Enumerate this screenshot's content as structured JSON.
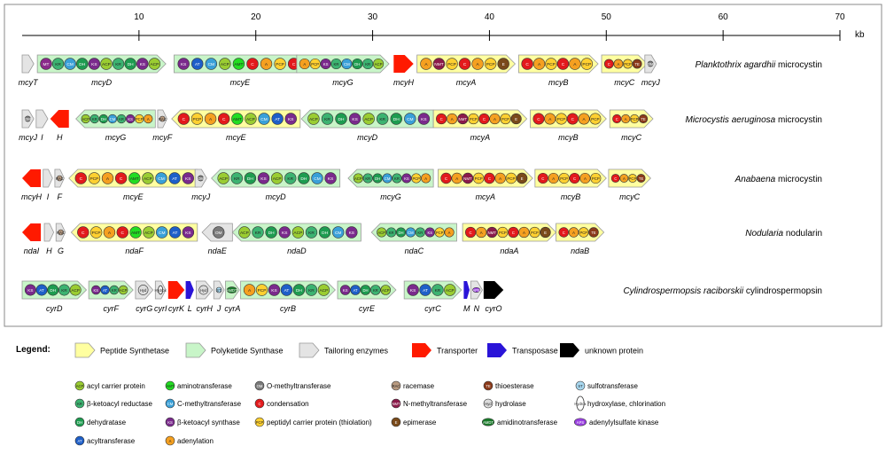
{
  "scale": {
    "ticks": [
      "10",
      "20",
      "30",
      "40",
      "50",
      "60",
      "70"
    ],
    "tick_kb": [
      10,
      20,
      30,
      40,
      50,
      60,
      70
    ],
    "unit": "kb"
  },
  "clusters": [
    {
      "id": "planktothrix",
      "title_italic": "Planktothrix agardhii",
      "title_rest": " microcystin",
      "genes": [
        {
          "name": "mcyT",
          "type": "tailor",
          "dir": "R",
          "start": 0.0,
          "end": 1.0,
          "domains": []
        },
        {
          "name": "mcyD",
          "type": "pks",
          "dir": "R",
          "start": 1.3,
          "end": 12.3,
          "domains": [
            "MT",
            "KR",
            "CM",
            "DH",
            "KS",
            "ACP",
            "KR",
            "DH",
            "KS",
            "ACP"
          ]
        },
        {
          "name": "mcyE",
          "type": "pks",
          "dir": "R",
          "start": 13.0,
          "end": 24.3,
          "domains": [
            "KS",
            "AT",
            "CM",
            "ACP",
            "AMT",
            "C",
            "A",
            "PCP",
            "C"
          ]
        },
        {
          "name": "mcyG",
          "type": "pks",
          "dir": "R",
          "start": 23.5,
          "end": 31.4,
          "domains": [
            "A",
            "PCP",
            "KS",
            "KR",
            "CM",
            "DH",
            "KR",
            "ACP"
          ]
        },
        {
          "name": "mcyH",
          "type": "transporter",
          "dir": "R",
          "start": 31.8,
          "end": 33.5,
          "domains": []
        },
        {
          "name": "mcyA",
          "type": "nrps",
          "dir": "R",
          "start": 33.8,
          "end": 42.2,
          "domains": [
            "A",
            "NMT",
            "PCP",
            "C",
            "A",
            "PCP",
            "E"
          ]
        },
        {
          "name": "mcyB",
          "type": "nrps",
          "dir": "R",
          "start": 42.5,
          "end": 49.3,
          "domains": [
            "C",
            "A",
            "PCP",
            "C",
            "A",
            "PCP"
          ]
        },
        {
          "name": "mcyC",
          "type": "nrps",
          "dir": "R",
          "start": 49.6,
          "end": 53.5,
          "domains": [
            "C",
            "A",
            "PCP",
            "TE"
          ]
        },
        {
          "name": "mcyJ",
          "type": "tailor",
          "dir": "R",
          "start": 53.3,
          "end": 54.3,
          "domains": [
            "OM"
          ]
        }
      ]
    },
    {
      "id": "microcystis",
      "title_italic": "Microcystis aeruginosa",
      "title_rest": " microcystin",
      "genes": [
        {
          "name": "mcyJ",
          "type": "tailor",
          "dir": "R",
          "start": 0.0,
          "end": 1.0,
          "domains": [
            "OM"
          ]
        },
        {
          "name": "I",
          "type": "tailor",
          "dir": "R",
          "start": 1.2,
          "end": 2.2,
          "domains": []
        },
        {
          "name": "H",
          "type": "transporter",
          "dir": "L",
          "start": 2.4,
          "end": 4.0,
          "domains": []
        },
        {
          "name": "mcyG",
          "type": "pks",
          "dir": "L",
          "start": 4.6,
          "end": 11.4,
          "domains": [
            "ACP",
            "KR",
            "DH",
            "CM",
            "KR",
            "KS",
            "PCP",
            "A"
          ]
        },
        {
          "name": "mcyF",
          "type": "tailor",
          "dir": "R",
          "start": 11.6,
          "end": 12.4,
          "domains": [
            "RAC"
          ]
        },
        {
          "name": "mcyE",
          "type": "nrps",
          "dir": "L",
          "start": 12.8,
          "end": 23.8,
          "domains": [
            "C",
            "PCP",
            "A",
            "C",
            "AMT",
            "ACP",
            "CM",
            "AT",
            "KS"
          ]
        },
        {
          "name": "mcyD",
          "type": "pks",
          "dir": "L",
          "start": 23.9,
          "end": 35.2,
          "domains": [
            "ACP",
            "KR",
            "DH",
            "KS",
            "ACP",
            "KR",
            "DH",
            "CM",
            "KS"
          ]
        },
        {
          "name": "mcyA",
          "type": "nrps",
          "dir": "R",
          "start": 35.2,
          "end": 43.2,
          "domains": [
            "C",
            "A",
            "NMT",
            "PCP",
            "C",
            "A",
            "PCP",
            "E"
          ]
        },
        {
          "name": "mcyB",
          "type": "nrps",
          "dir": "R",
          "start": 43.5,
          "end": 50.0,
          "domains": [
            "C",
            "A",
            "PCP",
            "C",
            "A",
            "PCP"
          ]
        },
        {
          "name": "mcyC",
          "type": "nrps",
          "dir": "R",
          "start": 50.3,
          "end": 54.0,
          "domains": [
            "C",
            "A",
            "PCP",
            "TE"
          ]
        }
      ]
    },
    {
      "id": "anabaena",
      "title_italic": "Anabaena",
      "title_rest": " microcystin",
      "genes": [
        {
          "name": "mcyH",
          "type": "transporter",
          "dir": "L",
          "start": 0.0,
          "end": 1.6,
          "domains": []
        },
        {
          "name": "I",
          "type": "tailor",
          "dir": "R",
          "start": 1.8,
          "end": 2.6,
          "domains": []
        },
        {
          "name": "F",
          "type": "tailor",
          "dir": "R",
          "start": 2.8,
          "end": 3.6,
          "domains": [
            "RAC"
          ]
        },
        {
          "name": "mcyE",
          "type": "nrps",
          "dir": "L",
          "start": 4.0,
          "end": 15.0,
          "domains": [
            "C",
            "PCP",
            "A",
            "C",
            "AMT",
            "ACP",
            "CM",
            "AT",
            "KS"
          ]
        },
        {
          "name": "mcyJ",
          "type": "tailor",
          "dir": "R",
          "start": 14.8,
          "end": 15.8,
          "domains": [
            "OM"
          ]
        },
        {
          "name": "mcyD",
          "type": "pks",
          "dir": "L",
          "start": 16.2,
          "end": 27.2,
          "domains": [
            "ACP",
            "KR",
            "DH",
            "KS",
            "ACP",
            "KR",
            "DH",
            "CM",
            "KS"
          ]
        },
        {
          "name": "mcyG",
          "type": "pks",
          "dir": "L",
          "start": 27.9,
          "end": 35.2,
          "domains": [
            "ACP",
            "KR",
            "DH",
            "CM",
            "KR",
            "KS",
            "PCP",
            "A"
          ]
        },
        {
          "name": "mcyA",
          "type": "nrps",
          "dir": "R",
          "start": 35.6,
          "end": 43.7,
          "domains": [
            "C",
            "A",
            "NMT",
            "PCP",
            "C",
            "A",
            "PCP",
            "E"
          ]
        },
        {
          "name": "mcyB",
          "type": "nrps",
          "dir": "R",
          "start": 43.9,
          "end": 50.0,
          "domains": [
            "C",
            "A",
            "PCP",
            "C",
            "A",
            "PCP"
          ]
        },
        {
          "name": "mcyC",
          "type": "nrps",
          "dir": "R",
          "start": 50.2,
          "end": 53.8,
          "domains": [
            "C",
            "A",
            "PCP",
            "TE"
          ]
        }
      ]
    },
    {
      "id": "nodularia",
      "title_italic": "Nodularia",
      "title_rest": " nodularin",
      "genes": [
        {
          "name": "ndaI",
          "type": "transporter",
          "dir": "L",
          "start": 0.0,
          "end": 1.6,
          "domains": []
        },
        {
          "name": "H",
          "type": "tailor",
          "dir": "R",
          "start": 1.9,
          "end": 2.7,
          "domains": []
        },
        {
          "name": "G",
          "type": "tailor",
          "dir": "R",
          "start": 2.9,
          "end": 3.7,
          "domains": [
            "RAC"
          ]
        },
        {
          "name": "ndaF",
          "type": "nrps",
          "dir": "L",
          "start": 4.2,
          "end": 15.0,
          "domains": [
            "C",
            "PCP",
            "A",
            "C",
            "AMT",
            "ACP",
            "CM",
            "AT",
            "KS"
          ]
        },
        {
          "name": "ndaE",
          "type": "tailor",
          "dir": "L",
          "start": 15.4,
          "end": 18.0,
          "domains": [
            "OM"
          ]
        },
        {
          "name": "ndaD",
          "type": "pks",
          "dir": "L",
          "start": 18.0,
          "end": 29.0,
          "domains": [
            "ACP",
            "KR",
            "DH",
            "KS",
            "ACP",
            "KR",
            "DH",
            "CM",
            "KS"
          ]
        },
        {
          "name": "ndaC",
          "type": "pks",
          "dir": "L",
          "start": 29.9,
          "end": 37.2,
          "domains": [
            "ACP",
            "KR",
            "DH",
            "CM",
            "KR",
            "KS",
            "PCP",
            "A"
          ]
        },
        {
          "name": "ndaA",
          "type": "nrps",
          "dir": "R",
          "start": 37.7,
          "end": 45.7,
          "domains": [
            "C",
            "A",
            "NMT",
            "PCP",
            "C",
            "A",
            "PCP",
            "E"
          ]
        },
        {
          "name": "ndaB",
          "type": "nrps",
          "dir": "R",
          "start": 45.7,
          "end": 49.8,
          "domains": [
            "C",
            "A",
            "PCP",
            "TE"
          ]
        }
      ]
    },
    {
      "id": "cylindrospermopsis",
      "title_italic": "Cylindrospermopsis raciborskii",
      "title_rest": " cylindrospermopsin",
      "genes": [
        {
          "name": "cyrD",
          "type": "pks",
          "dir": "R",
          "start": 0.0,
          "end": 5.5,
          "domains": [
            "KS",
            "AT",
            "DH",
            "KR",
            "ACP"
          ]
        },
        {
          "name": "cyrF",
          "type": "pks",
          "dir": "R",
          "start": 5.7,
          "end": 9.5,
          "domains": [
            "KS",
            "AT",
            "KR",
            "ACP"
          ]
        },
        {
          "name": "cyrG",
          "type": "tailor",
          "dir": "R",
          "start": 9.7,
          "end": 11.2,
          "domains": [
            "Hyd"
          ]
        },
        {
          "name": "cyrI",
          "type": "tailor",
          "dir": "R",
          "start": 11.4,
          "end": 12.3,
          "domains": [
            "Hydrox"
          ]
        },
        {
          "name": "cyrK",
          "type": "transporter",
          "dir": "R",
          "start": 12.5,
          "end": 13.9,
          "domains": []
        },
        {
          "name": "L",
          "type": "transposase",
          "dir": "R",
          "start": 14.0,
          "end": 14.7,
          "domains": []
        },
        {
          "name": "cyrH",
          "type": "tailor",
          "dir": "R",
          "start": 14.9,
          "end": 16.3,
          "domains": [
            "Hyd"
          ]
        },
        {
          "name": "J",
          "type": "tailor",
          "dir": "R",
          "start": 16.4,
          "end": 17.3,
          "domains": [
            "ST"
          ]
        },
        {
          "name": "cyrA",
          "type": "pks",
          "dir": "R",
          "start": 17.4,
          "end": 18.6,
          "domains": [
            "AMDT"
          ]
        },
        {
          "name": "cyrB",
          "type": "pks",
          "dir": "R",
          "start": 18.7,
          "end": 26.8,
          "domains": [
            "A",
            "PCP",
            "KS",
            "AT",
            "DH",
            "KR",
            "ACP"
          ]
        },
        {
          "name": "cyrE",
          "type": "pks",
          "dir": "R",
          "start": 27.0,
          "end": 32.0,
          "domains": [
            "KS",
            "AT",
            "DH",
            "KR",
            "ACP"
          ]
        },
        {
          "name": "cyrC",
          "type": "pks",
          "dir": "R",
          "start": 32.7,
          "end": 37.6,
          "domains": [
            "KS",
            "AT",
            "KR",
            "ACP"
          ]
        },
        {
          "name": "M",
          "type": "transposase",
          "dir": "R",
          "start": 37.8,
          "end": 38.3,
          "domains": []
        },
        {
          "name": "N",
          "type": "tailor",
          "dir": "R",
          "start": 38.4,
          "end": 39.4,
          "domains": [
            "APS"
          ]
        },
        {
          "name": "cyrO",
          "type": "unknown",
          "dir": "R",
          "start": 39.5,
          "end": 41.2,
          "domains": []
        }
      ]
    }
  ],
  "legend": {
    "title": "Legend:",
    "types": [
      {
        "key": "nrps",
        "label": "Peptide Synthetase",
        "shape": "arrow"
      },
      {
        "key": "pks",
        "label": "Polyketide Synthase",
        "shape": "arrow"
      },
      {
        "key": "tailor",
        "label": "Tailoring enzymes",
        "shape": "arrow"
      },
      {
        "key": "transporter",
        "label": "Transporter",
        "shape": "arrow"
      },
      {
        "key": "transposase",
        "label": "Transposase",
        "shape": "arrow"
      },
      {
        "key": "unknown",
        "label": "unknown protein",
        "shape": "arrow"
      }
    ],
    "domains": [
      [
        {
          "abbr": "ACP",
          "label": "acyl carrier protein"
        },
        {
          "abbr": "KR",
          "label": "β-ketoacyl reductase"
        },
        {
          "abbr": "DH",
          "label": "dehydratase"
        },
        {
          "abbr": "AT",
          "label": "acyltransferase"
        }
      ],
      [
        {
          "abbr": "AMT",
          "label": "aminotransferase"
        },
        {
          "abbr": "CM",
          "label": "C-methyltransferase"
        },
        {
          "abbr": "KS",
          "label": "β-ketoacyl synthase"
        },
        {
          "abbr": "A",
          "label": "adenylation"
        }
      ],
      [
        {
          "abbr": "OM",
          "label": "O-methyltransferase"
        },
        {
          "abbr": "C",
          "label": "condensation"
        },
        {
          "abbr": "PCP",
          "label": "peptidyl carrier protein (thiolation)"
        }
      ],
      [
        {
          "abbr": "RAC",
          "label": "racemase"
        },
        {
          "abbr": "NMT",
          "label": "N-methyltransferase"
        },
        {
          "abbr": "E",
          "label": "epimerase"
        }
      ],
      [
        {
          "abbr": "TE",
          "label": "thioesterase"
        },
        {
          "abbr": "Hyd",
          "label": "hydrolase"
        },
        {
          "abbr": "AMDT",
          "label": "amidinotransferase"
        }
      ],
      [
        {
          "abbr": "ST",
          "label": "sulfotransferase"
        },
        {
          "abbr": "Hydrox",
          "label": "hydroxylase, chlorination"
        },
        {
          "abbr": "APS",
          "label": "adenylylsulfate kinase"
        }
      ]
    ]
  },
  "colors": {
    "nrps": "#ffffa0",
    "pks": "#c8f5c8",
    "tailor": "#e4e4e4",
    "transporter": "#ff1a00",
    "transposase": "#2a14d8",
    "unknown": "#000000",
    "domain": {
      "ACP": "#9acd32",
      "KR": "#3cb371",
      "DH": "#1e9c50",
      "AT": "#1e5fc8",
      "AMT": "#22dd22",
      "CM": "#3aa0d8",
      "KS": "#7a2a8c",
      "A": "#f5a020",
      "OM": "#7a7a7a",
      "C": "#e31a1c",
      "PCP": "#ffd030",
      "RAC": "#b89a80",
      "NMT": "#8b1a4a",
      "E": "#7a4a1a",
      "TE": "#8b3a1a",
      "Hyd": "#dddddd",
      "AMDT": "#1a7a2a",
      "ST": "#a8d8f0",
      "Hydrox": "#ffffff",
      "APS": "#9a40e0",
      "MT": "#8a2a8a"
    }
  }
}
